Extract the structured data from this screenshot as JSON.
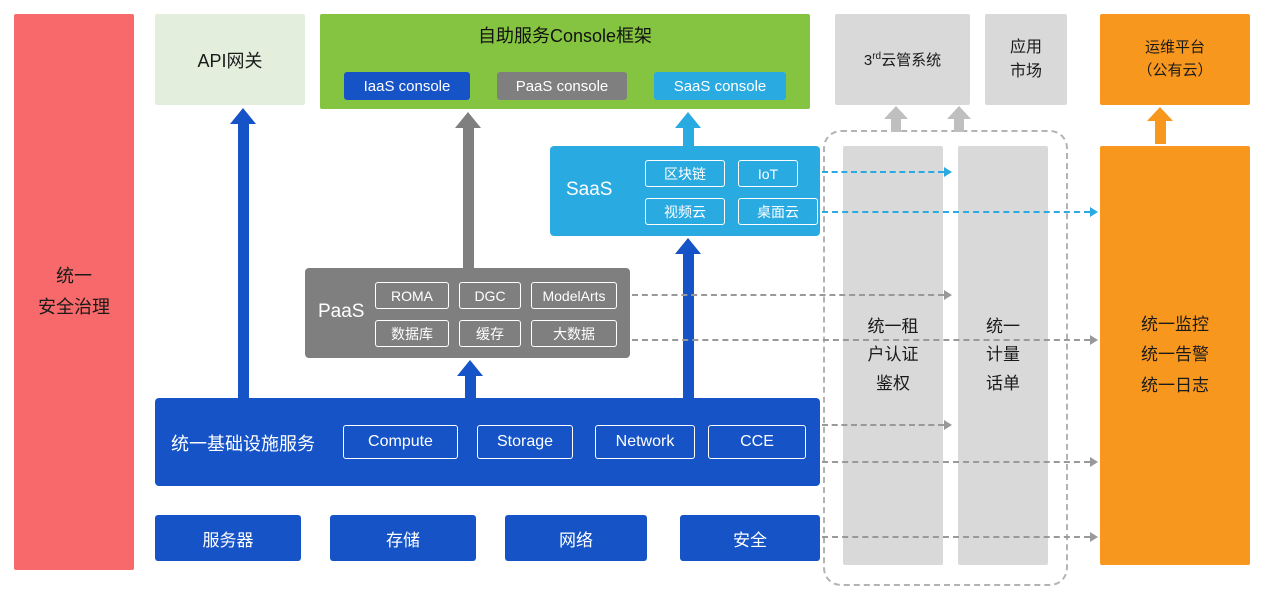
{
  "colors": {
    "red": "#f7696a",
    "light_green": "#e3efdc",
    "green": "#85c441",
    "blue": "#1553c6",
    "gray": "#7f7f7f",
    "light_gray": "#d9d9d9",
    "cyan": "#29abe2",
    "orange": "#f8971d"
  },
  "security_bar": {
    "label": "统一\n安全治理"
  },
  "api_gateway": {
    "label": "API网关"
  },
  "console_frame": {
    "title": "自助服务Console框架",
    "consoles": [
      {
        "label": "IaaS console"
      },
      {
        "label": "PaaS console"
      },
      {
        "label": "SaaS console"
      }
    ]
  },
  "third_party_cloud": {
    "pre": "3",
    "sup": "rd",
    "post": "云管系统"
  },
  "app_market": {
    "label": "应用\n市场"
  },
  "ops_platform": {
    "label": "运维平台\n（公有云）"
  },
  "saas": {
    "label": "SaaS",
    "items": [
      "区块链",
      "IoT",
      "视频云",
      "桌面云"
    ]
  },
  "paas": {
    "label": "PaaS",
    "items": [
      "ROMA",
      "DGC",
      "ModelArts",
      "数据库",
      "缓存",
      "大数据"
    ]
  },
  "iaas": {
    "label": "统一基础设施服务",
    "items": [
      "Compute",
      "Storage",
      "Network",
      "CCE"
    ]
  },
  "hardware": {
    "items": [
      "服务器",
      "存储",
      "网络",
      "安全"
    ]
  },
  "auth_bar": {
    "label": "统一租\n户认证\n鉴权"
  },
  "metering_bar": {
    "label": "统一\n计量\n话单"
  },
  "monitor_bar": {
    "label": "统一监控\n统一告警\n统一日志"
  }
}
